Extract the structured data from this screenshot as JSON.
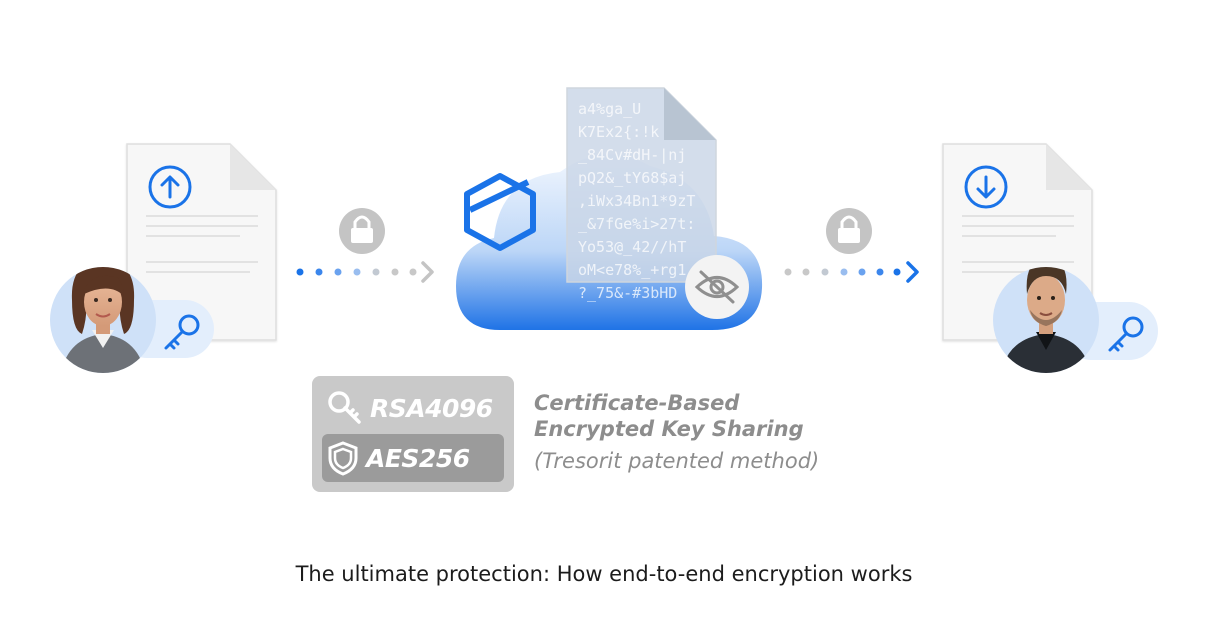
{
  "caption": "The ultimate protection: How end-to-end encryption works",
  "badge": {
    "rsa_label": "RSA4096",
    "aes_label": "AES256"
  },
  "method": {
    "line1": "Certificate-Based",
    "line2": "Encrypted Key Sharing",
    "line3": "(Tresorit patented method)"
  },
  "cipher_text": "a4%ga_U\nK7Ex2{:!k\n_84Cv#dH-|nj\npQ2&_tY68$aj\n,iWx34Bn1*9zT\n_&7fGe%i>27t:\nYo53@_42//hT\noM<e78%_+rg1\n?_75&-#3bHD",
  "icons": {
    "upload": "upload-arrow-icon",
    "download": "download-arrow-icon",
    "lock": "padlock-icon",
    "key": "key-icon",
    "hidden": "eye-slash-icon",
    "brand": "hexagon-logo-icon"
  },
  "colors": {
    "accent": "#1a73e8",
    "cloud_light": "#e6f0fc",
    "gray": "#c9c9c9",
    "dark_gray": "#9b9b9b",
    "text_gray": "#8d8d8d"
  }
}
